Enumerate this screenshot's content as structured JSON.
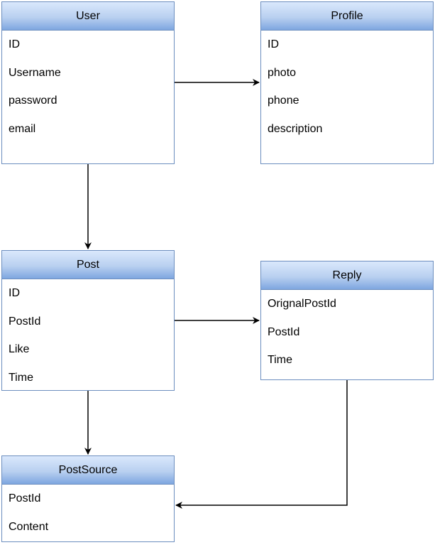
{
  "entities": {
    "user": {
      "title": "User",
      "fields": [
        "ID",
        "Username",
        "password",
        "email"
      ]
    },
    "profile": {
      "title": "Profile",
      "fields": [
        "ID",
        "photo",
        "phone",
        "description"
      ]
    },
    "post": {
      "title": "Post",
      "fields": [
        "ID",
        "PostId",
        "Like",
        "Time"
      ]
    },
    "reply": {
      "title": "Reply",
      "fields": [
        "OrignalPostId",
        "PostId",
        "Time"
      ]
    },
    "postsource": {
      "title": "PostSource",
      "fields": [
        "PostId",
        "Content"
      ]
    }
  },
  "relations": [
    {
      "from": "User",
      "to": "Profile"
    },
    {
      "from": "User",
      "to": "Post"
    },
    {
      "from": "Post",
      "to": "Reply"
    },
    {
      "from": "Post",
      "to": "PostSource"
    },
    {
      "from": "Reply",
      "to": "PostSource"
    }
  ],
  "colors": {
    "header_top": "#dae8fc",
    "header_bottom": "#7ea6e0",
    "border": "#6c8ebf",
    "line": "#000000"
  }
}
